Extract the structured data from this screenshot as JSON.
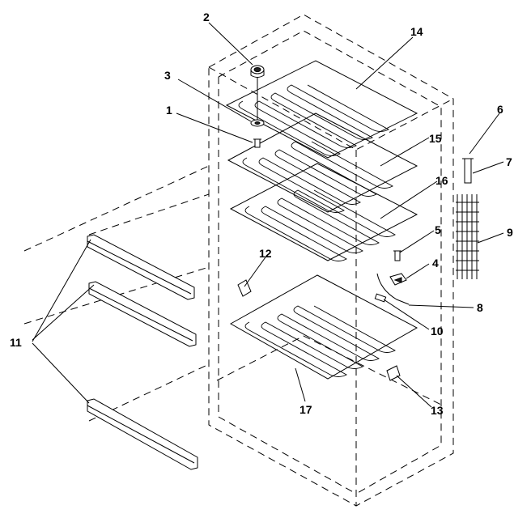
{
  "diagram": {
    "callouts": [
      {
        "id": "1",
        "label": "1"
      },
      {
        "id": "2",
        "label": "2"
      },
      {
        "id": "3",
        "label": "3"
      },
      {
        "id": "4",
        "label": "4"
      },
      {
        "id": "5",
        "label": "5"
      },
      {
        "id": "6",
        "label": "6"
      },
      {
        "id": "7",
        "label": "7"
      },
      {
        "id": "8",
        "label": "8"
      },
      {
        "id": "9",
        "label": "9"
      },
      {
        "id": "10",
        "label": "10"
      },
      {
        "id": "11",
        "label": "11"
      },
      {
        "id": "12",
        "label": "12"
      },
      {
        "id": "13",
        "label": "13"
      },
      {
        "id": "14",
        "label": "14"
      },
      {
        "id": "15",
        "label": "15"
      },
      {
        "id": "16",
        "label": "16"
      },
      {
        "id": "17",
        "label": "17"
      }
    ]
  }
}
